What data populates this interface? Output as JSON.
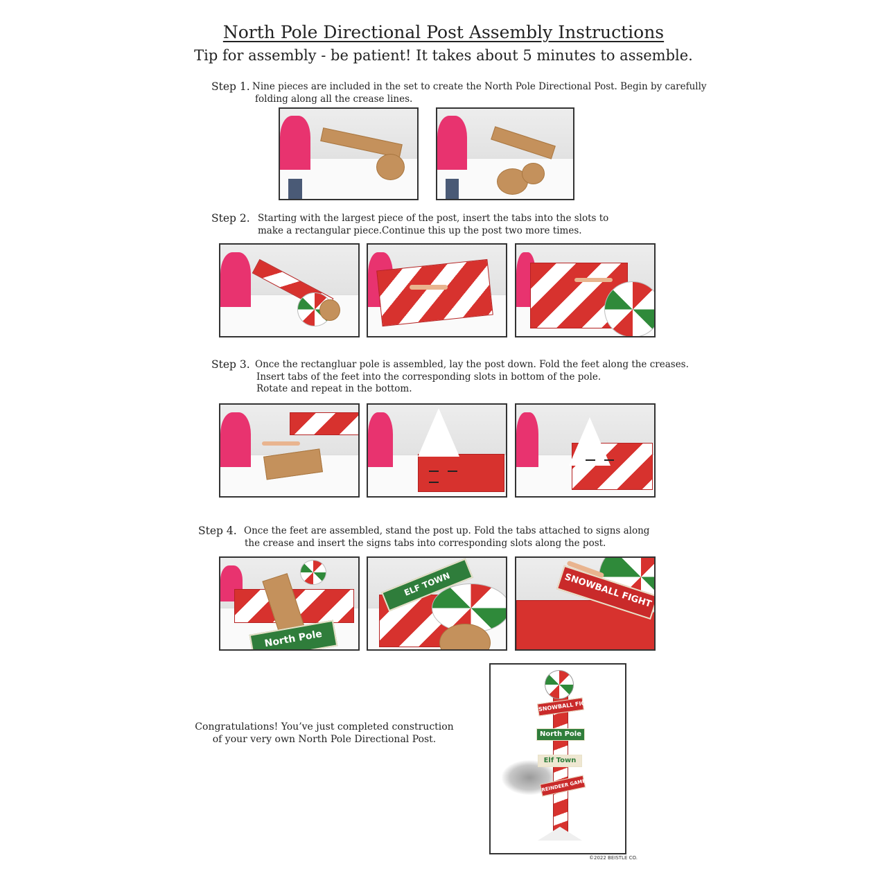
{
  "header": {
    "title": "North Pole Directional Post Assembly Instructions",
    "tip": "Tip for assembly - be patient! It takes about 5 minutes to assemble."
  },
  "steps": [
    {
      "label": "Step 1.",
      "lines": [
        "Nine pieces are included in the set to create the North Pole Directional Post. Begin by carefully",
        "folding along all the crease lines."
      ]
    },
    {
      "label": "Step 2.",
      "lines": [
        "Starting with the largest piece of the post, insert the tabs into the slots to",
        "make a rectangular piece.Continue this up the post two more times."
      ]
    },
    {
      "label": "Step 3.",
      "lines": [
        "Once the rectangluar pole is assembled, lay the post down. Fold the feet along the creases.",
        "Insert tabs of the feet into the corresponding slots in bottom of the pole.",
        "Rotate and repeat in the bottom."
      ]
    },
    {
      "label": "Step 4.",
      "lines": [
        "Once the feet are assembled, stand the post up. Fold the tabs attached to signs along",
        "the crease and insert the signs tabs into corresponding slots along the post."
      ]
    }
  ],
  "congrats": {
    "line1": "Congratulations! You’ve just completed construction",
    "line2": "of your very own North Pole Directional Post."
  },
  "final_signs": {
    "sign1": "SNOWBALL FIGHT",
    "sign2": "North Pole",
    "sign3": "Elf Town",
    "sign4": "REINDEER GAMES"
  },
  "step4_signs": {
    "sign_a": "North Pole",
    "sign_b": "ELF TOWN",
    "sign_c": "SNOWBALL FIGHT"
  },
  "copyright": "©2022 BEISTLE CO.",
  "colors": {
    "candy_red": "#d7322e",
    "pine_green": "#2f7d3b",
    "shirt_pink": "#e8336f",
    "cardboard": "#c4915c"
  }
}
